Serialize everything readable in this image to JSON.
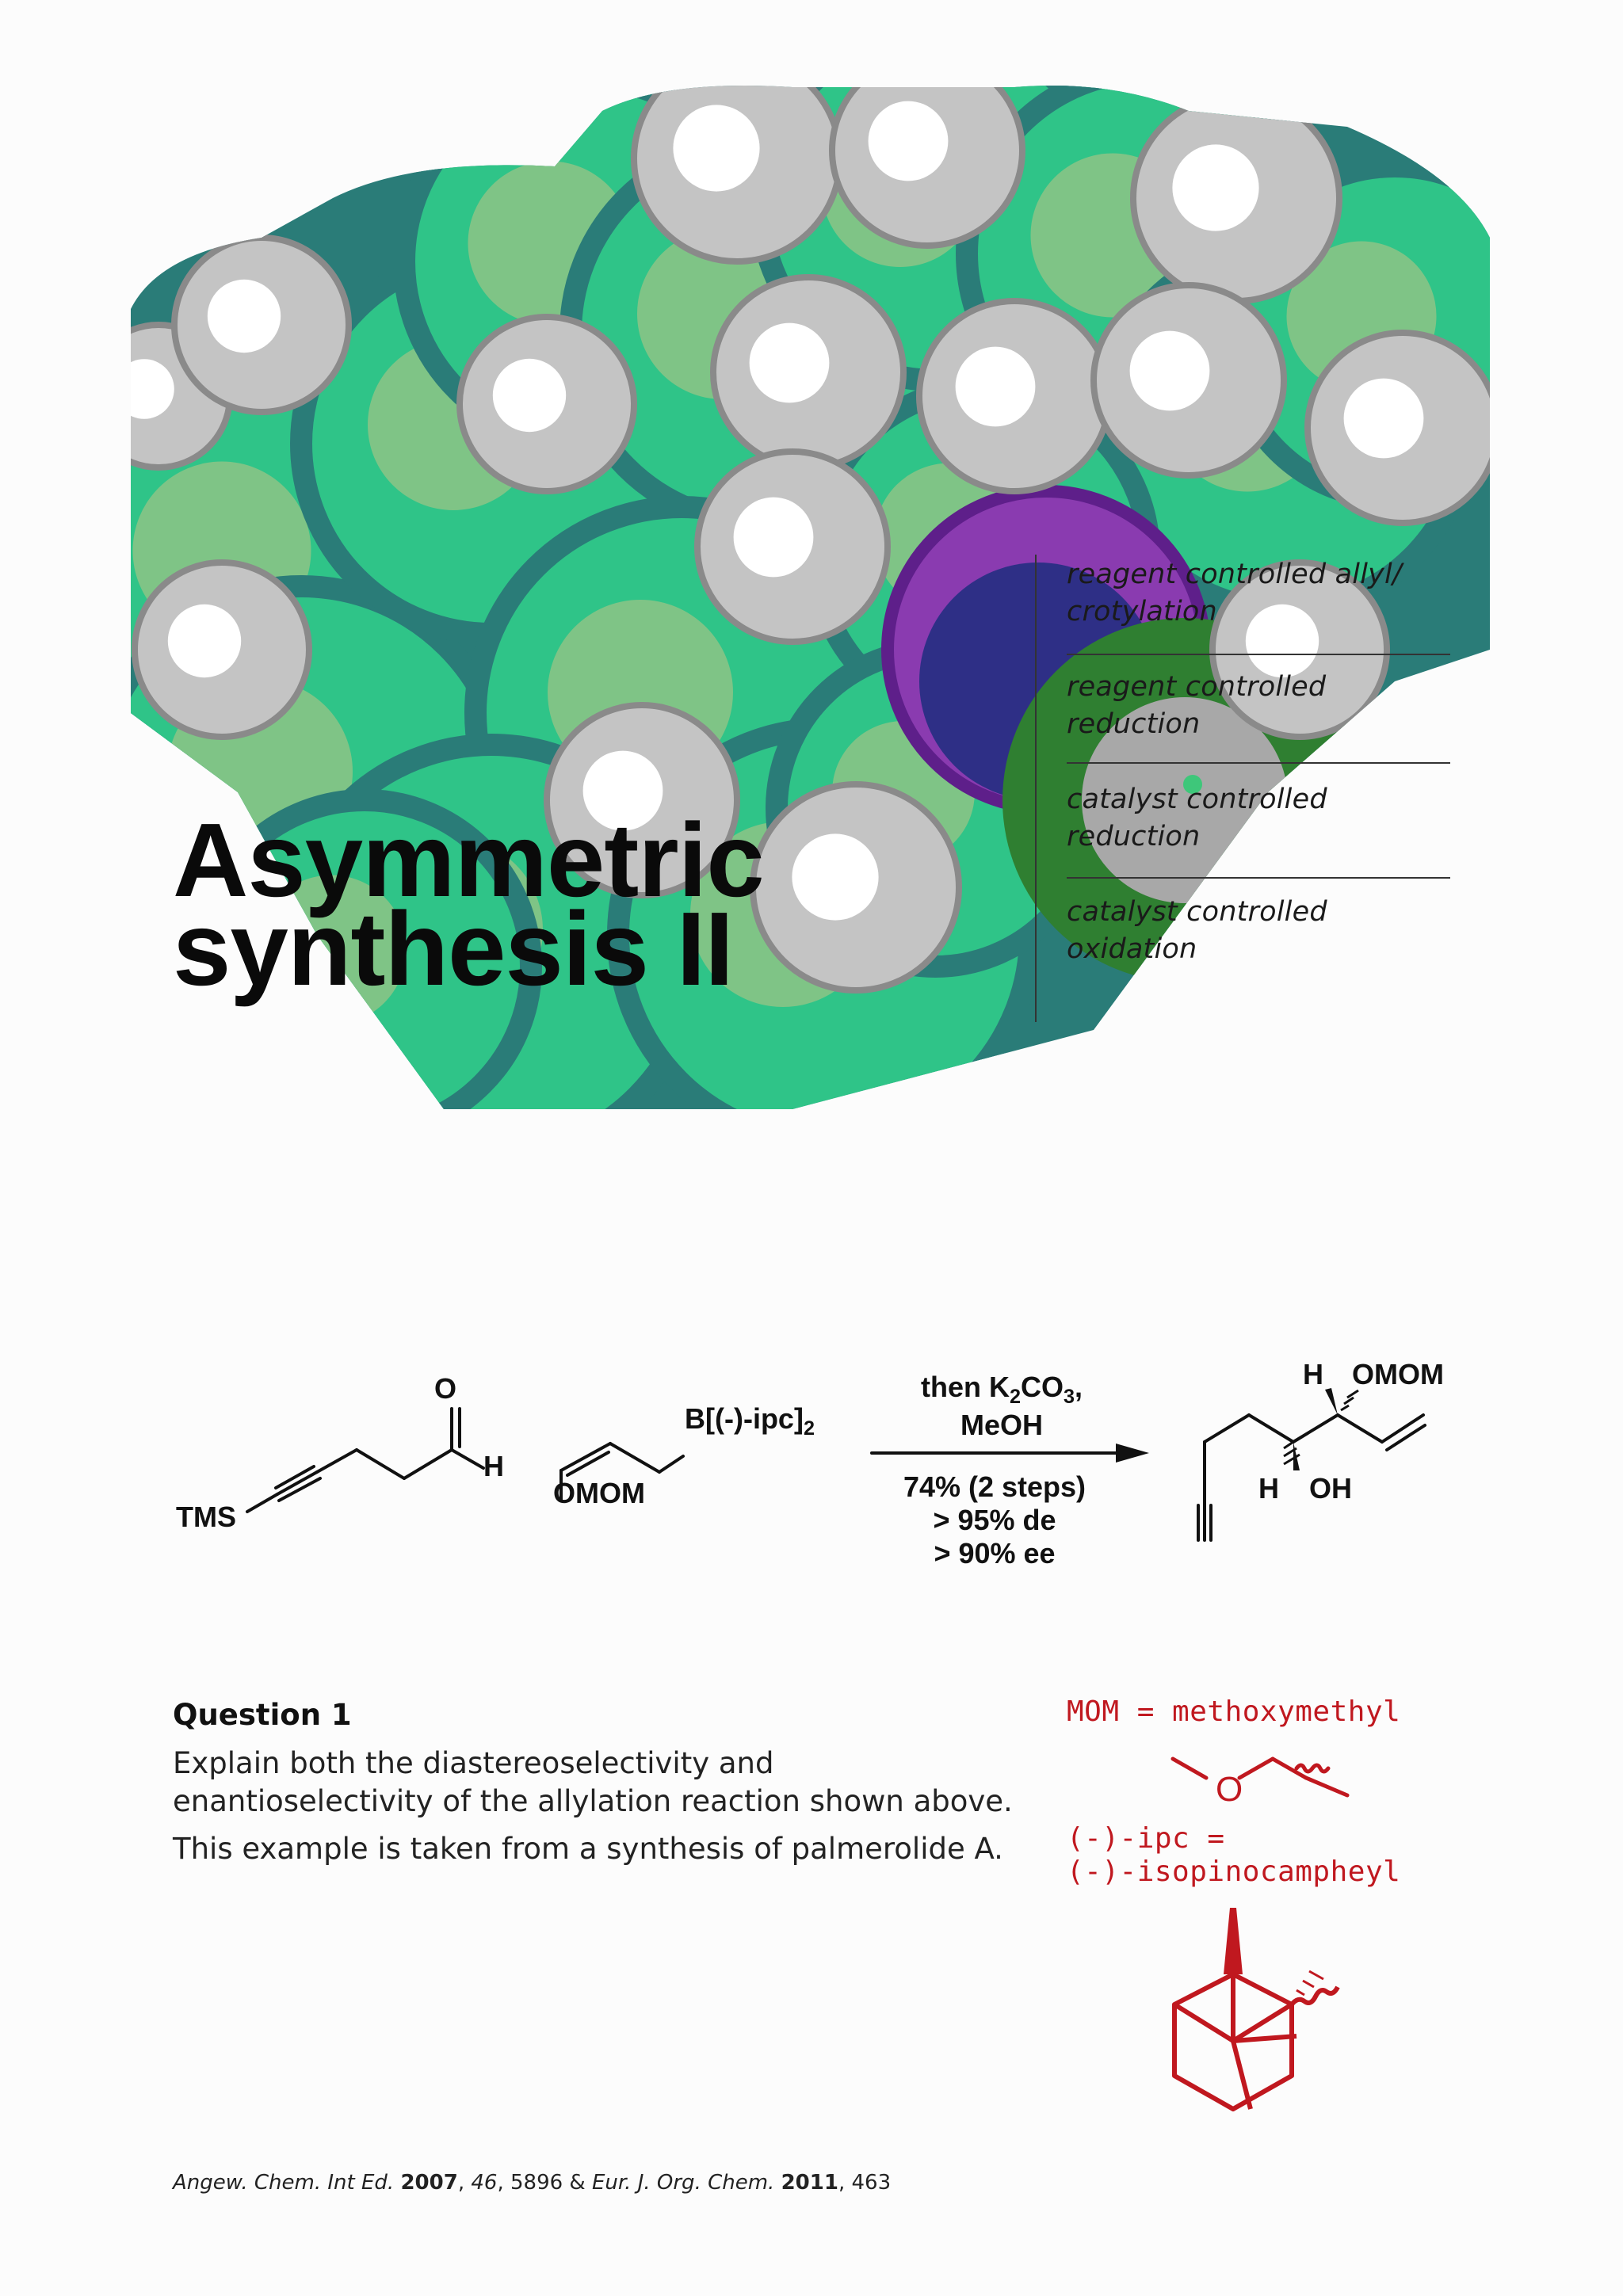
{
  "title": {
    "line1": "Asymmetric",
    "line2": "synthesis II"
  },
  "toc": [
    "reagent controlled allyl/ crotylation",
    "reagent controlled reduction",
    "catalyst controlled reduction",
    "catalyst controlled oxidation"
  ],
  "scheme": {
    "aldehyde": {
      "o": "O",
      "h": "H",
      "tms": "TMS"
    },
    "reagent": {
      "boron": "B[(-)-ipc]",
      "boron_sub": "2",
      "omom": "OMOM"
    },
    "conditions_above": {
      "then": "then K",
      "k_sub": "2",
      "co": "CO",
      "co_sub": "3",
      "comma": ",",
      "solvent": "MeOH"
    },
    "conditions_below": {
      "yield": "74% (2 steps)",
      "de": "> 95% de",
      "ee": "> 90% ee"
    },
    "product": {
      "h_top": "H",
      "omom": "OMOM",
      "h_bottom": "H",
      "oh": "OH"
    }
  },
  "question": {
    "heading": "Question 1",
    "line1": "Explain both the diastereoselectivity and",
    "line2": "enantioselectivity of  the allylation reaction shown above.",
    "line3": "This example is taken from a synthesis of  palmerolide A."
  },
  "notes": {
    "mom": "MOM = methoxymethyl",
    "o_label": "O",
    "ipc1": "(-)-ipc =",
    "ipc2": "(-)-isopinocampheyl"
  },
  "reference": {
    "j1": "Angew. Chem. Int Ed.",
    "y1": "2007",
    "v1": "46",
    "p1": ", 5896 & ",
    "j2": "Eur. J. Org. Chem.",
    "y2": "2011",
    "p2": ", 463"
  },
  "colors": {
    "sphere_green": "#2fc488",
    "sphere_teal": "#2a7c78",
    "sphere_gray": "#c4c4c4",
    "sphere_navy": "#2e2f86",
    "sphere_darkgreen": "#2f7f31",
    "note_red": "#c0181f"
  }
}
